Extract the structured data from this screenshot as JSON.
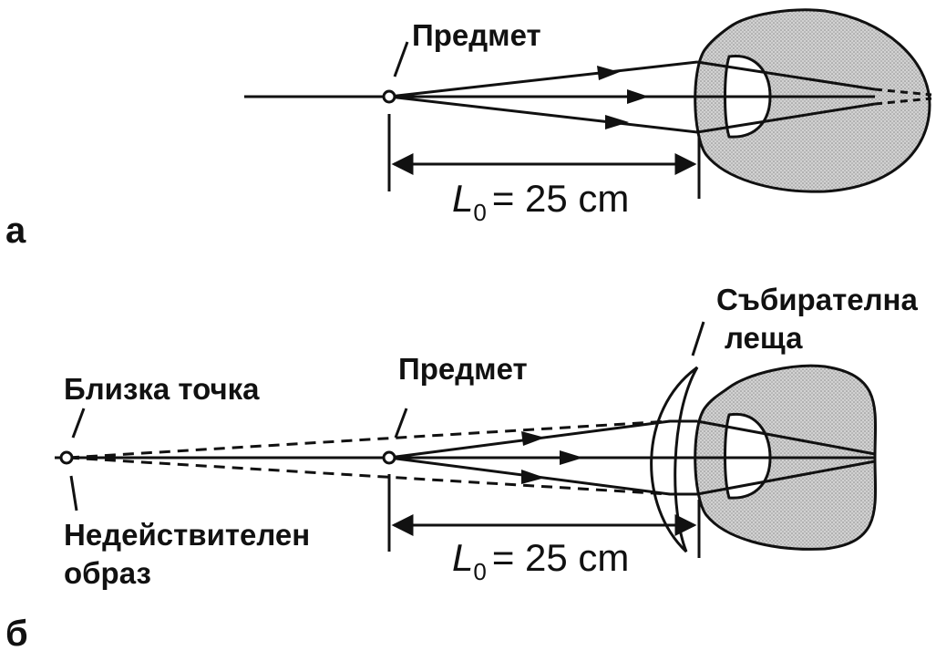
{
  "panel_a": {
    "letter": "а",
    "object_label": "Предмет",
    "distance_symbol": "L",
    "distance_subscript": "0",
    "distance_value": "= 25 cm"
  },
  "panel_b": {
    "letter": "б",
    "object_label": "Предмет",
    "near_point_label": "Близка точка",
    "image_label_line1": "Недействителен",
    "image_label_line2": "образ",
    "lens_label_line1": "Събирателна",
    "lens_label_line2": "леща",
    "distance_symbol": "L",
    "distance_subscript": "0",
    "distance_value": "= 25 cm"
  },
  "colors": {
    "ink": "#111111",
    "eye_fill": "#c9c9c9",
    "lens_fill": "#ffffff"
  }
}
